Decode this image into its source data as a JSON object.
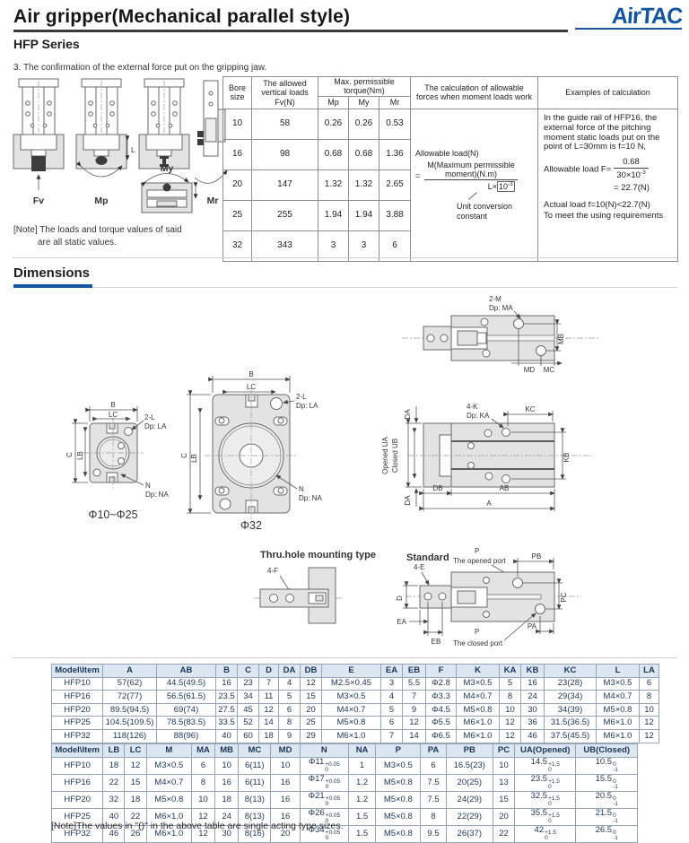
{
  "header": {
    "title": "Air gripper(Mechanical parallel style)",
    "series": "HFP Series",
    "logo": "AirTAC"
  },
  "force_section": {
    "intro": "3. The confirmation of the external force put on the gripping jaw.",
    "figure_labels": {
      "fv": "Fv",
      "mp": "Mp",
      "my": "My",
      "mr": "Mr",
      "l": "L"
    },
    "note1": "[Note] The loads and torque values of said",
    "note2": "are all static values."
  },
  "force_table": {
    "headers": {
      "bore": "Bore size",
      "fv": "The allowed vertical loads Fv(N)",
      "torque": "Max. permissible torque(Nm)",
      "mp": "Mp",
      "my": "My",
      "mr": "Mr",
      "calc": "The calculation of allowable forces when moment loads work",
      "examples": "Examples of calculation"
    },
    "rows": [
      [
        "10",
        "58",
        "0.26",
        "0.26",
        "0.53"
      ],
      [
        "16",
        "98",
        "0.68",
        "0.68",
        "1.36"
      ],
      [
        "20",
        "147",
        "1.32",
        "1.32",
        "2.65"
      ],
      [
        "25",
        "255",
        "1.94",
        "1.94",
        "3.88"
      ],
      [
        "32",
        "343",
        "3",
        "3",
        "6"
      ]
    ],
    "calc": {
      "title": "Allowable load(N)",
      "eq": "=",
      "num1": "M(Maximum permissible",
      "num2": "moment)(N.m)",
      "den_prefix": "L×",
      "den_base": "10",
      "den_exp": "-3",
      "callout1": "Unit conversion",
      "callout2": "constant"
    },
    "examples": {
      "p1": "In the guide rail of HFP16, the external force of the pitching moment static loads put on the point of L=30mm is f=10 N,",
      "f_prefix": "Allowable load F=",
      "f_num": "0.68",
      "f_den_base": "30×10",
      "f_den_exp": "-3",
      "f_result": "= 22.7(N)",
      "p2": "Actual load f=10(N)<22.7(N)",
      "p3": "To meet the using requirements"
    }
  },
  "dimensions": {
    "heading": "Dimensions",
    "front_small": {
      "b": "B",
      "lc": "LC",
      "c": "C",
      "lb": "LB",
      "callout1": "2-L",
      "callout1_dp": "Dp: LA",
      "callout2": "N",
      "callout2_dp": "Dp: NA",
      "caption": "Φ10~Φ25"
    },
    "front_large": {
      "b": "B",
      "lc": "LC",
      "c": "C",
      "lb": "LB",
      "callout1": "2-L",
      "callout1_dp": "Dp: LA",
      "callout2": "N",
      "callout2_dp": "Dp: NA",
      "caption": "Φ32"
    },
    "top_view": {
      "callout": "2-M",
      "callout_dp": "Dp: MA",
      "mb": "MB",
      "md": "MD",
      "mc": "MC"
    },
    "side_view": {
      "callout": "4-K",
      "callout_dp": "Dp: KA",
      "kc": "KC",
      "da_top": "DA",
      "da_bottom": "DA",
      "opened": "Opened UA",
      "closed": "Closed UB",
      "kb": "KB",
      "db": "DB",
      "ab": "AB",
      "a": "A"
    },
    "thru_view": {
      "title": "Thru.hole mounting type",
      "callout": "4-F"
    },
    "standard_view": {
      "title": "Standard",
      "callout": "4-E",
      "p_top": "P",
      "opened_port": "The opened port",
      "pb": "PB",
      "d": "D",
      "ea": "EA",
      "eb": "EB",
      "p_bottom": "P",
      "closed_port": "The closed port",
      "pa": "PA",
      "pc": "PC"
    }
  },
  "dim_table1": {
    "headers": [
      "Model\\Item",
      "A",
      "AB",
      "B",
      "C",
      "D",
      "DA",
      "DB",
      "E",
      "EA",
      "EB",
      "F",
      "K",
      "KA",
      "KB",
      "KC",
      "L",
      "LA"
    ],
    "rows": [
      [
        "HFP10",
        "57(62)",
        "44.5(49.5)",
        "16",
        "23",
        "7",
        "4",
        "12",
        "M2.5×0.45",
        "3",
        "5.5",
        "Φ2.8",
        "M3×0.5",
        "5",
        "16",
        "23(28)",
        "M3×0.5",
        "6"
      ],
      [
        "HFP16",
        "72(77)",
        "56.5(61.5)",
        "23.5",
        "34",
        "11",
        "5",
        "15",
        "M3×0.5",
        "4",
        "7",
        "Φ3.3",
        "M4×0.7",
        "8",
        "24",
        "29(34)",
        "M4×0.7",
        "8"
      ],
      [
        "HFP20",
        "89.5(94.5)",
        "69(74)",
        "27.5",
        "45",
        "12",
        "6",
        "20",
        "M4×0.7",
        "5",
        "9",
        "Φ4.5",
        "M5×0.8",
        "10",
        "30",
        "34(39)",
        "M5×0.8",
        "10"
      ],
      [
        "HFP25",
        "104.5(109.5)",
        "78.5(83.5)",
        "33.5",
        "52",
        "14",
        "8",
        "25",
        "M5×0.8",
        "6",
        "12",
        "Φ5.5",
        "M6×1.0",
        "12",
        "36",
        "31.5(36.5)",
        "M6×1.0",
        "12"
      ],
      [
        "HFP32",
        "118(126)",
        "88(96)",
        "40",
        "60",
        "18",
        "9",
        "29",
        "M6×1.0",
        "7",
        "14",
        "Φ6.5",
        "M6×1.0",
        "12",
        "46",
        "37.5(45.5)",
        "M6×1.0",
        "12"
      ]
    ]
  },
  "dim_table2": {
    "headers": [
      "Model\\Item",
      "LB",
      "LC",
      "M",
      "MA",
      "MB",
      "MC",
      "MD",
      "N",
      "NA",
      "P",
      "PA",
      "PB",
      "PC",
      "UA(Opened)",
      "UB(Closed)"
    ],
    "rows": [
      [
        "HFP10",
        "18",
        "12",
        "M3×0.5",
        "6",
        "10",
        "6(11)",
        "10",
        {
          "v": "Φ11",
          "sup": "+0.05",
          "sub": "0"
        },
        "1",
        "M3×0.5",
        "6",
        "16.5(23)",
        "10",
        {
          "v": "14.5",
          "sup": "+1.5",
          "sub": "0"
        },
        {
          "v": "10.5",
          "sup": "0",
          "sub": "-1"
        }
      ],
      [
        "HFP16",
        "22",
        "15",
        "M4×0.7",
        "8",
        "16",
        "6(11)",
        "16",
        {
          "v": "Φ17",
          "sup": "+0.05",
          "sub": "0"
        },
        "1.2",
        "M5×0.8",
        "7.5",
        "20(25)",
        "13",
        {
          "v": "23.5",
          "sup": "+1.5",
          "sub": "0"
        },
        {
          "v": "15.5",
          "sup": "0",
          "sub": "-1"
        }
      ],
      [
        "HFP20",
        "32",
        "18",
        "M5×0.8",
        "10",
        "18",
        "8(13)",
        "16",
        {
          "v": "Φ21",
          "sup": "+0.05",
          "sub": "0"
        },
        "1.2",
        "M5×0.8",
        "7.5",
        "24(29)",
        "15",
        {
          "v": "32.5",
          "sup": "+1.5",
          "sub": "0"
        },
        {
          "v": "20.5",
          "sup": "0",
          "sub": "-1"
        }
      ],
      [
        "HFP25",
        "40",
        "22",
        "M6×1.0",
        "12",
        "24",
        "8(13)",
        "16",
        {
          "v": "Φ26",
          "sup": "+0.05",
          "sub": "0"
        },
        "1.5",
        "M5×0.8",
        "8",
        "22(29)",
        "20",
        {
          "v": "35.5",
          "sup": "+1.5",
          "sub": "0"
        },
        {
          "v": "21.5",
          "sup": "0",
          "sub": "-1"
        }
      ],
      [
        "HFP32",
        "46",
        "26",
        "M6×1.0",
        "12",
        "30",
        "8(16)",
        "20",
        {
          "v": "Φ34",
          "sup": "+0.05",
          "sub": "0"
        },
        "1.5",
        "M5×0.8",
        "9.5",
        "26(37)",
        "22",
        {
          "v": "42",
          "sup": "+1.5",
          "sub": "0"
        },
        {
          "v": "26.5",
          "sup": "0",
          "sub": "-1"
        }
      ]
    ]
  },
  "table_note": "[Note]The values in \"()\" in the above table are single acting type sizes."
}
